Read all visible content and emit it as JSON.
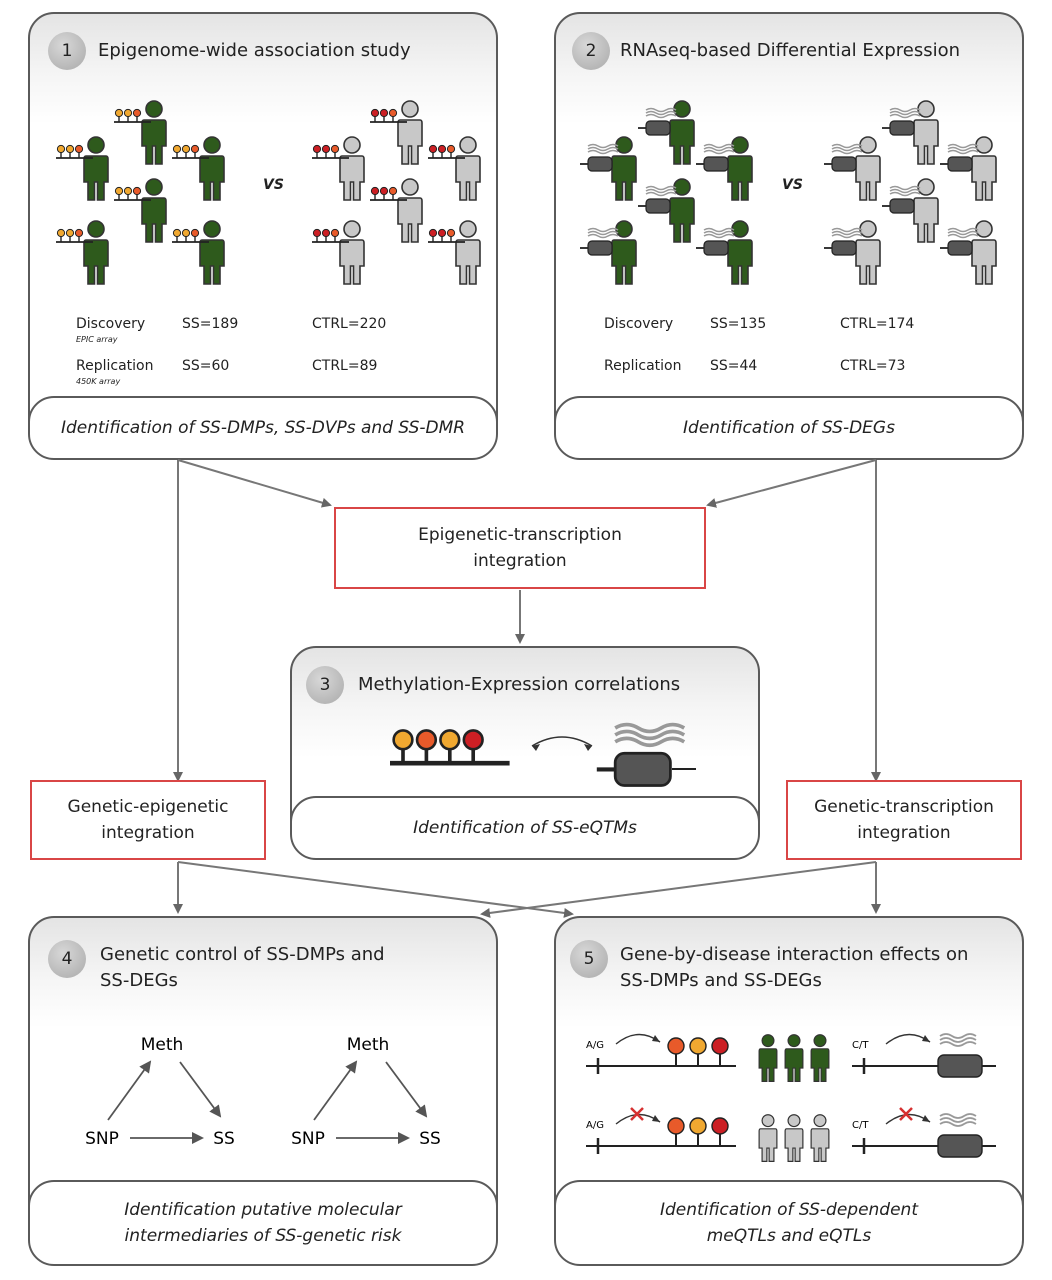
{
  "panel1": {
    "number": "1",
    "title": "Epigenome-wide association study",
    "vs": "VS",
    "rows": [
      {
        "label": "Discovery",
        "sublabel": "EPIC array",
        "ss": "SS=189",
        "ctrl": "CTRL=220"
      },
      {
        "label": "Replication",
        "sublabel": "450K array",
        "ss": "SS=60",
        "ctrl": "CTRL=89"
      }
    ],
    "footer": "Identification of SS-DMPs, SS-DVPs and SS-DMR"
  },
  "panel2": {
    "number": "2",
    "title": "RNAseq-based Differential Expression",
    "vs": "VS",
    "rows": [
      {
        "label": "Discovery",
        "ss": "SS=135",
        "ctrl": "CTRL=174"
      },
      {
        "label": "Replication",
        "ss": "SS=44",
        "ctrl": "CTRL=73"
      }
    ],
    "footer": "Identification of SS-DEGs"
  },
  "integration_epi_trans": {
    "line1": "Epigenetic-transcription",
    "line2": "integration"
  },
  "panel3": {
    "number": "3",
    "title": "Methylation-Expression correlations",
    "footer": "Identification of SS-eQTMs"
  },
  "integration_gen_epi": {
    "line1": "Genetic-epigenetic",
    "line2": "integration"
  },
  "integration_gen_trans": {
    "line1": "Genetic-transcription",
    "line2": "integration"
  },
  "panel4": {
    "number": "4",
    "title_line1": "Genetic control of SS-DMPs and",
    "title_line2": "SS-DEGs",
    "nodes": {
      "meth": "Meth",
      "snp": "SNP",
      "ss": "SS"
    },
    "footer_line1": "Identification putative molecular",
    "footer_line2": "intermediaries of SS-genetic risk"
  },
  "panel5": {
    "number": "5",
    "title_line1": "Gene-by-disease interaction effects on",
    "title_line2": "SS-DMPs and SS-DEGs",
    "allele_ag": "A/G",
    "allele_ct": "C/T",
    "footer_line1": "Identification of SS-dependent",
    "footer_line2": "meQTLs and eQTLs"
  },
  "colors": {
    "patient": "#2e5a1c",
    "control": "#c8c8c8",
    "red_box": "#d94646",
    "lollipop_yellow": "#f0a830",
    "lollipop_orange": "#e85a2a",
    "lollipop_red": "#cc1f24"
  }
}
